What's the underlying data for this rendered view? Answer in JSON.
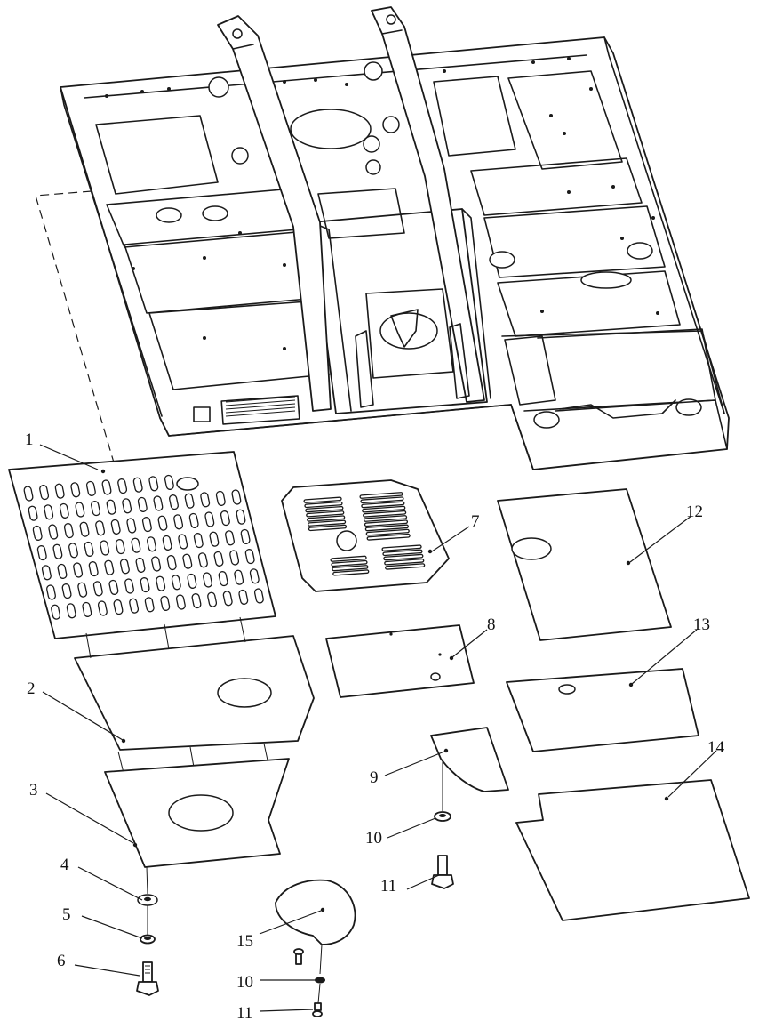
{
  "callouts": [
    {
      "id": "c1",
      "label": "1"
    },
    {
      "id": "c2",
      "label": "2"
    },
    {
      "id": "c3",
      "label": "3"
    },
    {
      "id": "c4",
      "label": "4"
    },
    {
      "id": "c5",
      "label": "5"
    },
    {
      "id": "c6",
      "label": "6"
    },
    {
      "id": "c7",
      "label": "7"
    },
    {
      "id": "c8",
      "label": "8"
    },
    {
      "id": "c9",
      "label": "9"
    },
    {
      "id": "c10a",
      "label": "10"
    },
    {
      "id": "c11a",
      "label": "11"
    },
    {
      "id": "c12",
      "label": "12"
    },
    {
      "id": "c13",
      "label": "13"
    },
    {
      "id": "c14",
      "label": "14"
    },
    {
      "id": "c15",
      "label": "15"
    },
    {
      "id": "c10b",
      "label": "10"
    },
    {
      "id": "c11b",
      "label": "11"
    }
  ]
}
